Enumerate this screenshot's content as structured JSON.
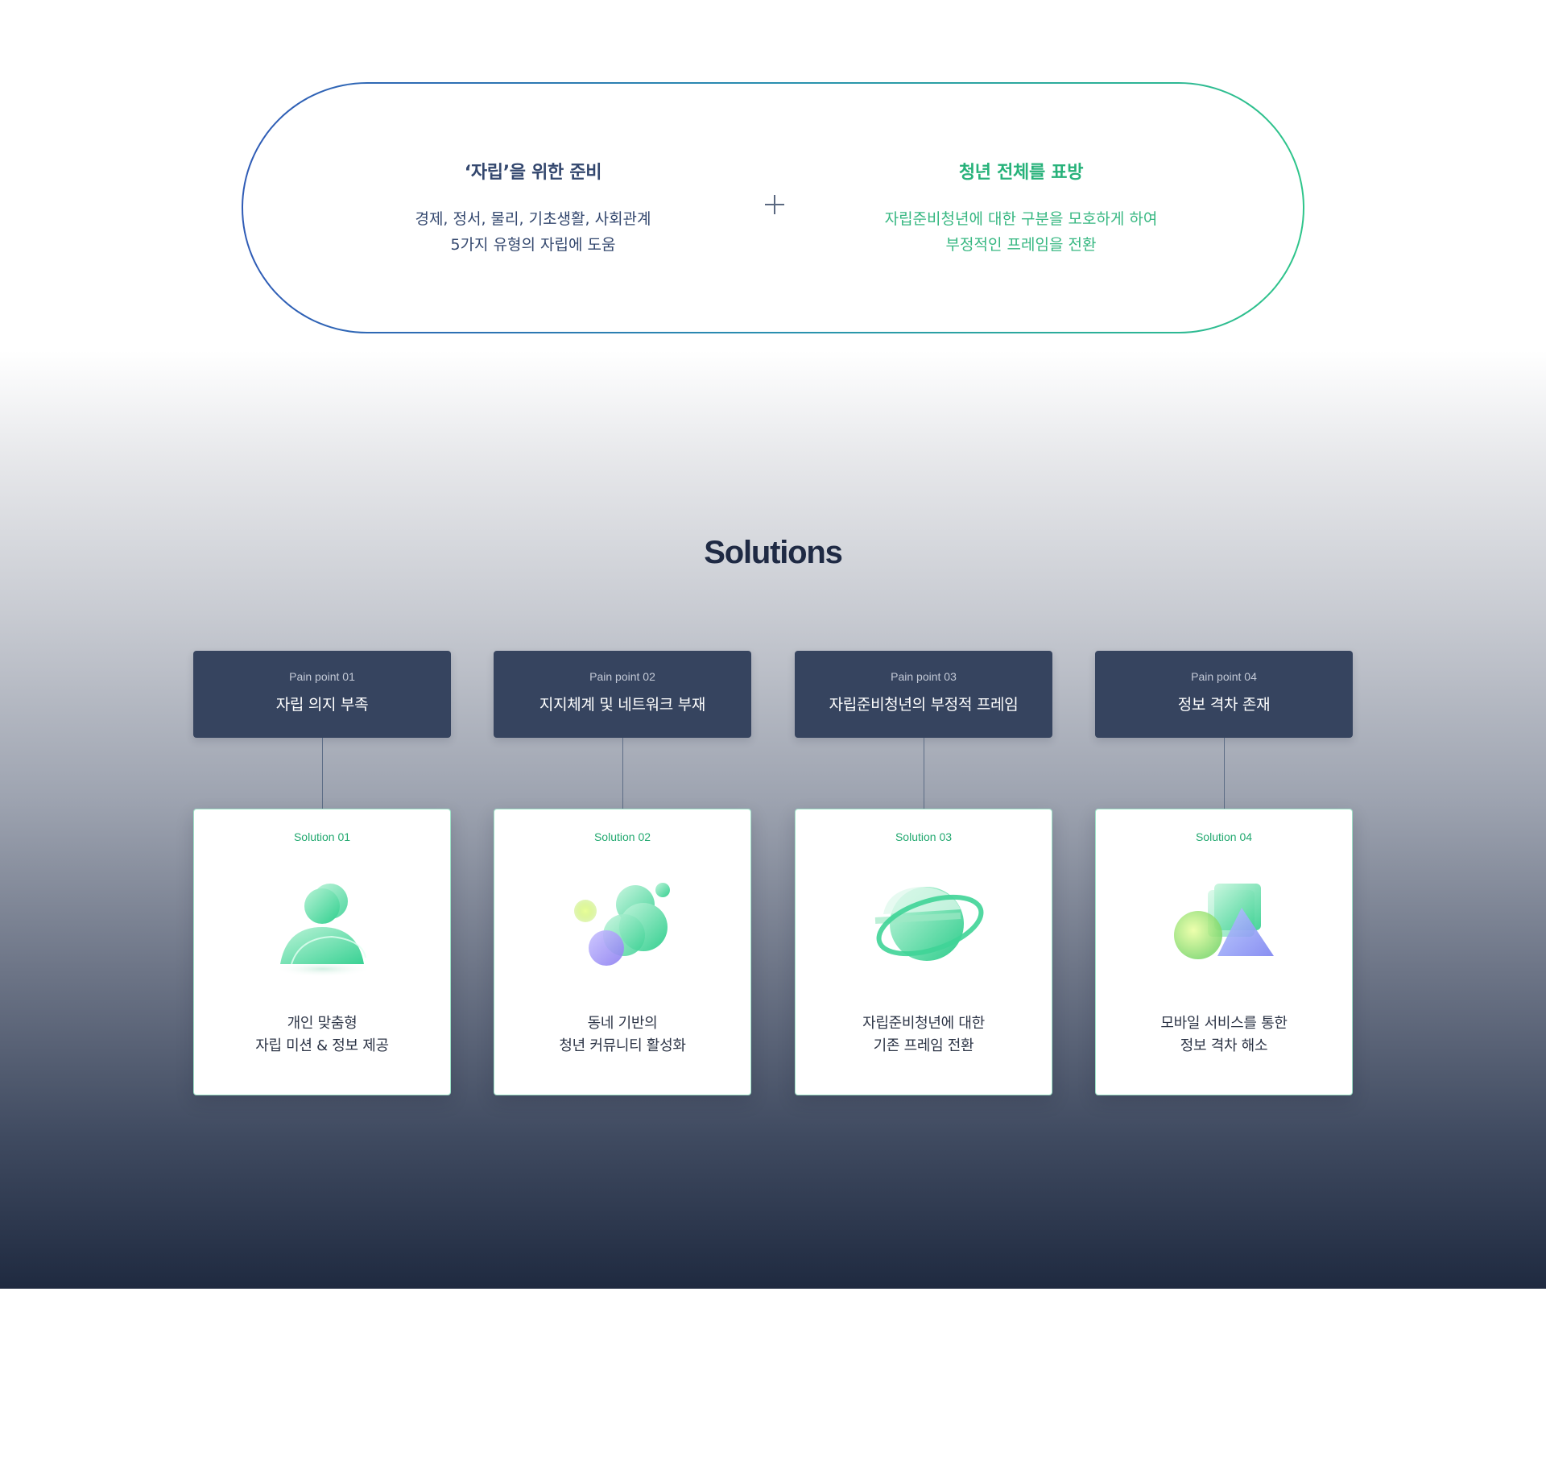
{
  "intro": {
    "left": {
      "title": "‘자립’을 위한 준비",
      "line1": "경제, 정서, 물리, 기초생활, 사회관계",
      "line2": "5가지 유형의 자립에 도움"
    },
    "right": {
      "title": "청년 전체를 표방",
      "line1": "자립준비청년에 대한 구분을 모호하게 하여",
      "line2": "부정적인 프레임을 전환"
    },
    "plus_icon": "plus-icon"
  },
  "solutions": {
    "heading": "Solutions",
    "items": [
      {
        "pain_label": "Pain point 01",
        "pain_text": "자립 의지 부족",
        "solution_label": "Solution 01",
        "icon": "person-icon",
        "line1": "개인 맞춤형",
        "line2": "자립 미션 & 정보 제공"
      },
      {
        "pain_label": "Pain point 02",
        "pain_text": "지지체계 및 네트워크 부재",
        "solution_label": "Solution 02",
        "icon": "community-bubbles-icon",
        "line1": "동네 기반의",
        "line2": "청년 커뮤니티 활성화"
      },
      {
        "pain_label": "Pain point 03",
        "pain_text": "자립준비청년의 부정적 프레임",
        "solution_label": "Solution 03",
        "icon": "planet-icon",
        "line1": "자립준비청년에 대한",
        "line2": "기존 프레임 전환"
      },
      {
        "pain_label": "Pain point 04",
        "pain_text": "정보 격차 존재",
        "solution_label": "Solution 04",
        "icon": "shapes-icon",
        "line1": "모바일 서비스를 통한",
        "line2": "정보 격차 해소"
      }
    ]
  },
  "colors": {
    "navy": "#36445f",
    "green": "#27b27a",
    "blue": "#2f5bb6"
  }
}
